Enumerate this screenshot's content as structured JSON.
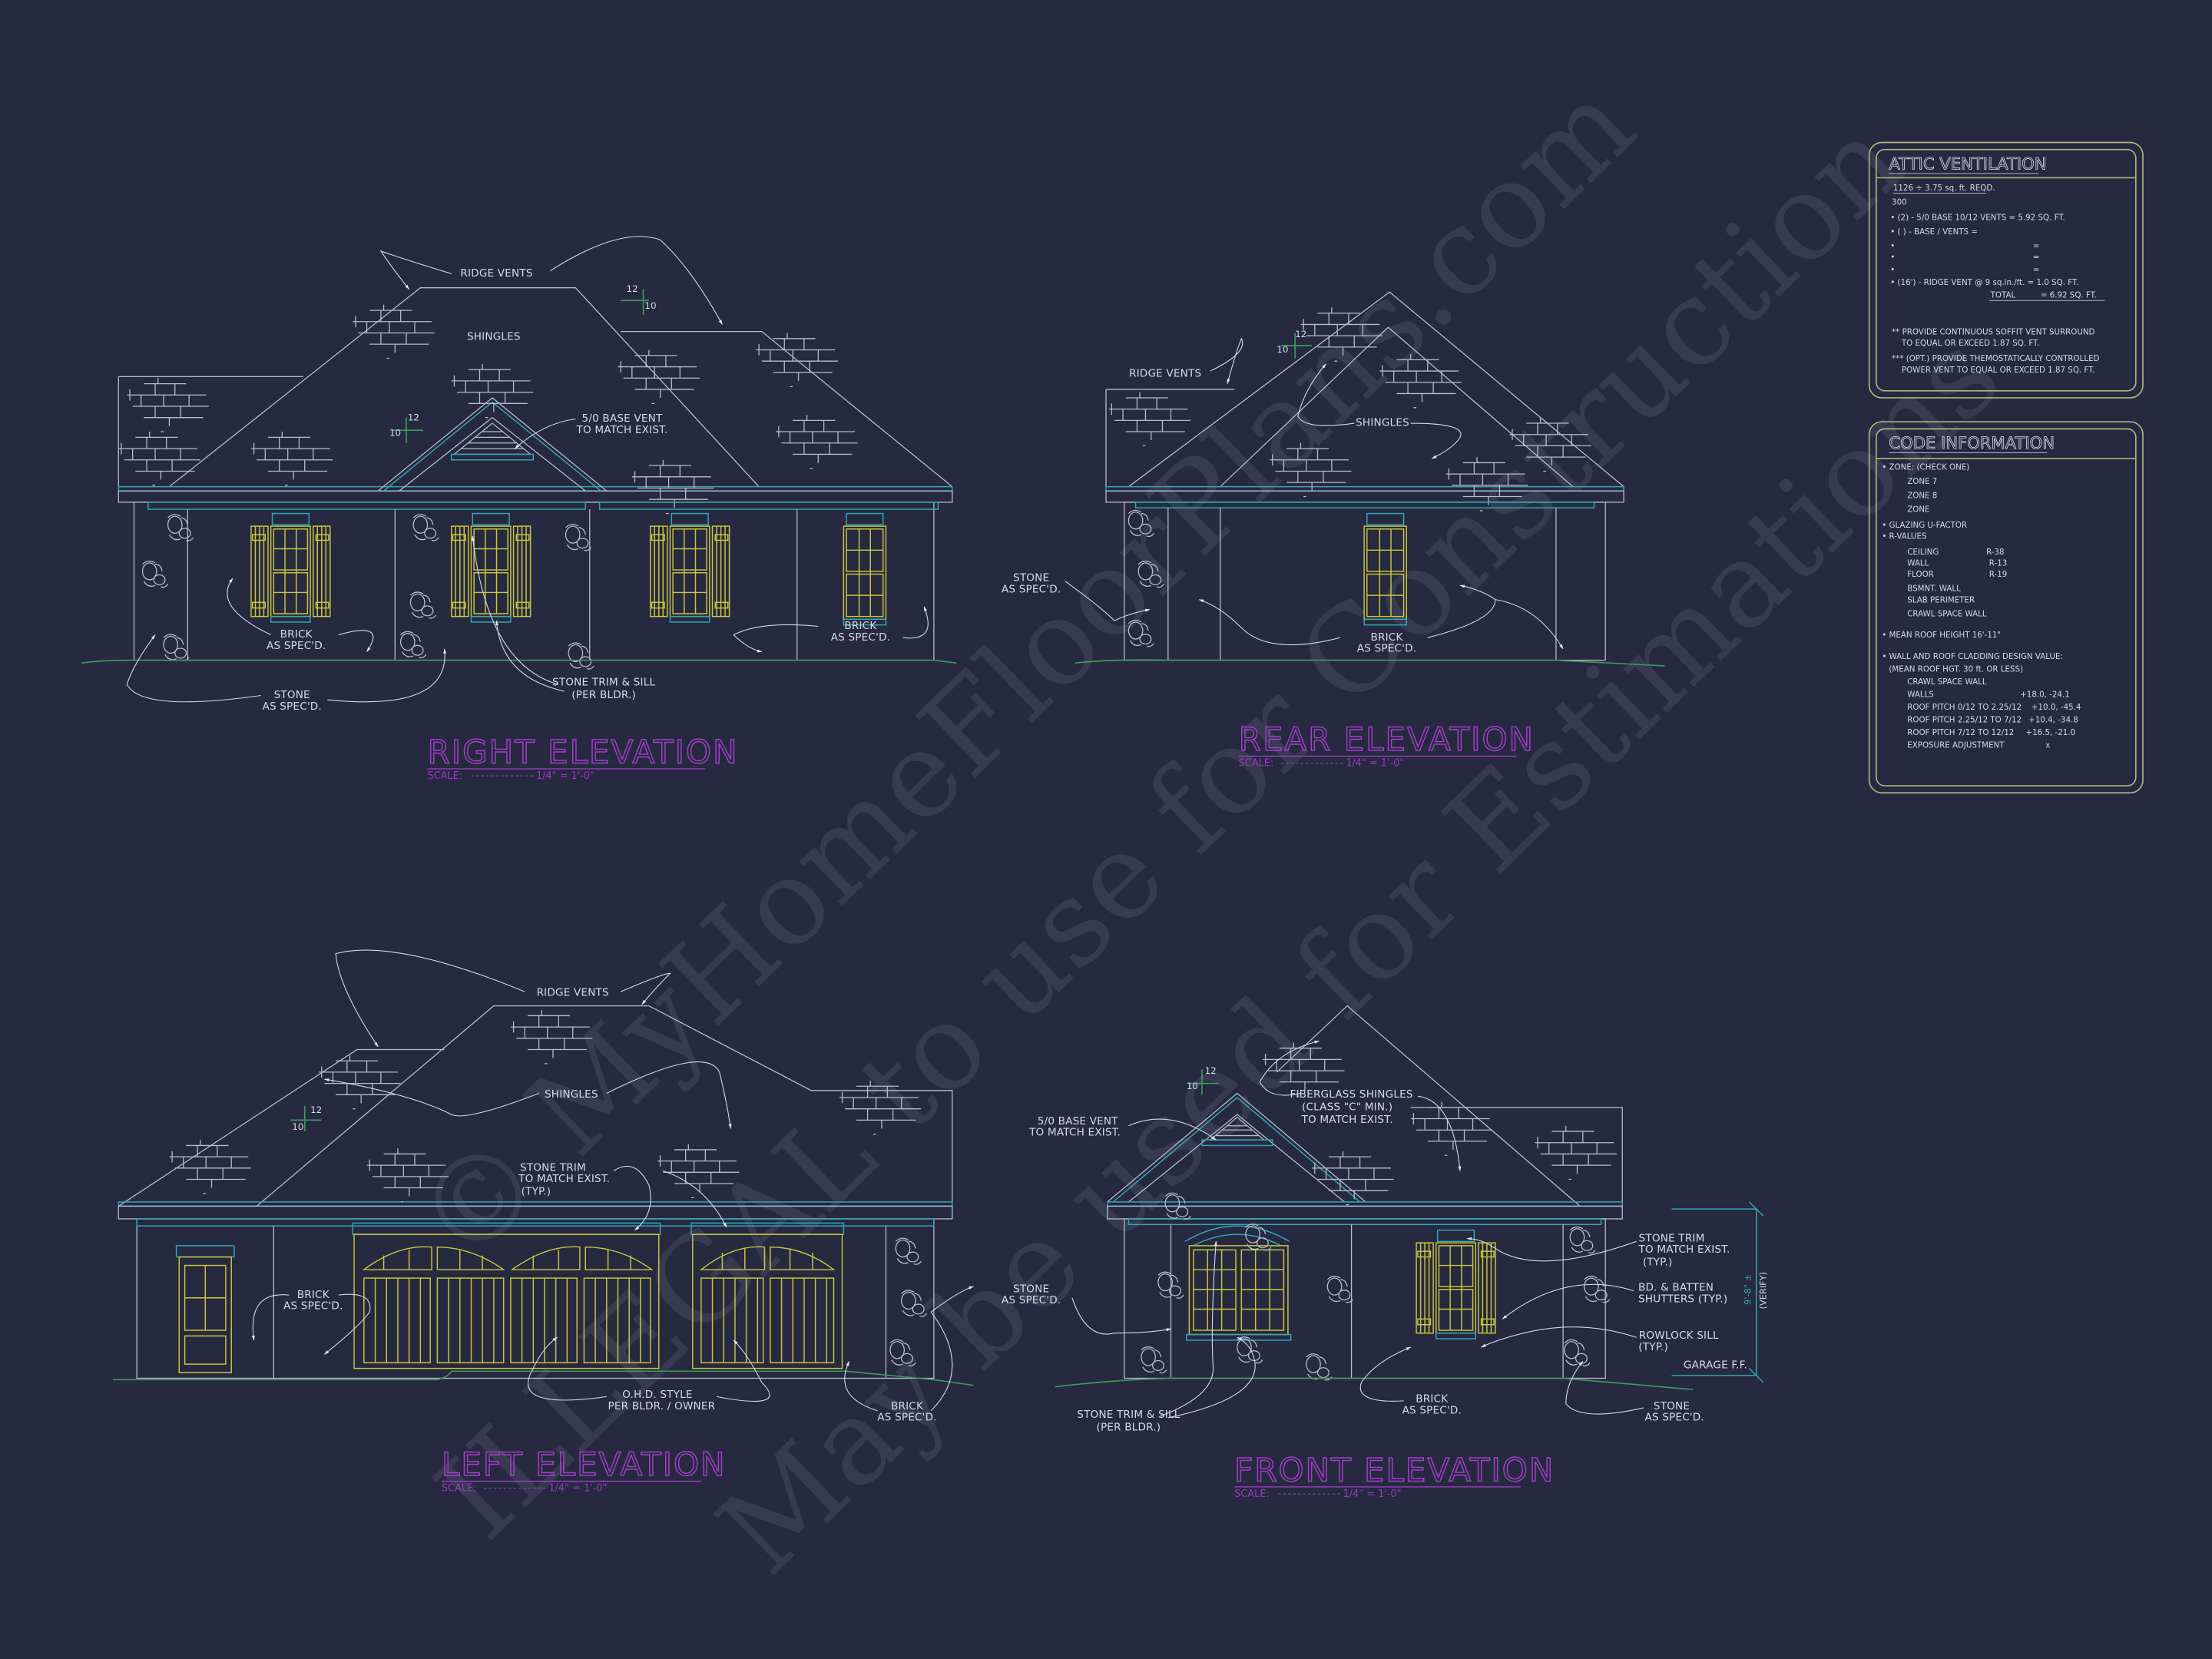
{
  "colors": {
    "background": "#262940",
    "linework": "#b9bccb",
    "trim_cyan": "#2fa9b4",
    "window_yellow": "#c9c63c",
    "ground_green": "#3a9a5c",
    "title_magenta": "#a43fc9"
  },
  "elevations": {
    "right": {
      "title": "RIGHT ELEVATION",
      "scale_label": "SCALE:",
      "scale_value": "1/4\" = 1'-0\"",
      "ridge_vents": "RIDGE VENTS",
      "shingles": "SHINGLES",
      "base_vent": [
        "5/0 BASE VENT",
        "TO MATCH EXIST."
      ],
      "brick_left": [
        "BRICK",
        "AS SPEC'D."
      ],
      "brick_right": [
        "BRICK",
        "AS SPEC'D."
      ],
      "stone": [
        "STONE",
        "AS SPEC'D."
      ],
      "stone_trim": [
        "STONE TRIM & SILL",
        "(PER BLDR.)"
      ],
      "pitch_main": {
        "run": "12",
        "rise": "10"
      },
      "pitch_dormer": {
        "run": "12",
        "rise": "10"
      }
    },
    "rear": {
      "title": "REAR ELEVATION",
      "scale_label": "SCALE:",
      "scale_value": "1/4\" = 1'-0\"",
      "ridge_vents": "RIDGE VENTS",
      "shingles": "SHINGLES",
      "stone": [
        "STONE",
        "AS SPEC'D."
      ],
      "brick": [
        "BRICK",
        "AS SPEC'D."
      ],
      "pitch": {
        "run": "12",
        "rise": "10"
      }
    },
    "left": {
      "title": "LEFT ELEVATION",
      "scale_label": "SCALE:",
      "scale_value": "1/4\" = 1'-0\"",
      "ridge_vents": "RIDGE VENTS",
      "shingles": "SHINGLES",
      "stone_trim": [
        "STONE TRIM",
        "TO MATCH EXIST.",
        "(TYP.)"
      ],
      "brick_left": [
        "BRICK",
        "AS SPEC'D."
      ],
      "brick_right": [
        "BRICK",
        "AS SPEC'D."
      ],
      "ohd": [
        "O.H.D. STYLE",
        "PER BLDR. / OWNER"
      ],
      "pitch": {
        "run": "12",
        "rise": "10"
      }
    },
    "front": {
      "title": "FRONT ELEVATION",
      "scale_label": "SCALE:",
      "scale_value": "1/4\" = 1'-0\"",
      "shingles": [
        "FIBERGLASS SHINGLES",
        "(CLASS \"C\" MIN.)",
        "TO MATCH EXIST."
      ],
      "base_vent": [
        "5/0 BASE VENT",
        "TO MATCH EXIST."
      ],
      "stone_left": [
        "STONE",
        "AS SPEC'D."
      ],
      "stone_trim": [
        "STONE TRIM",
        "TO MATCH EXIST.",
        "(TYP.)"
      ],
      "shutters": [
        "BD. & BATTEN",
        "SHUTTERS (TYP.)"
      ],
      "rowlock": [
        "ROWLOCK SILL",
        "(TYP.)"
      ],
      "garage_ff": "GARAGE F.F.",
      "brick": [
        "BRICK",
        "AS SPEC'D."
      ],
      "stone_right": [
        "STONE",
        "AS SPEC'D."
      ],
      "stone_sill": [
        "STONE TRIM & SILL",
        "(PER BLDR.)"
      ],
      "height_dim": "9'-8\" ±",
      "height_note": "(VERIFY)",
      "pitch": {
        "run": "12",
        "rise": "10"
      }
    }
  },
  "attic_ventilation": {
    "title": "ATTIC VENTILATION",
    "calc_numerator": "1126 ÷ 3.75 sq. ft. REQD.",
    "calc_denominator": "300",
    "rows": [
      "• (2) -    5/0   BASE   10/12    VENTS    = 5.92 SQ. FT.",
      "• (    ) -            BASE     /      VENTS    =",
      "•                                                       =",
      "•                                                       =",
      "•                                                       =",
      "• (16') - RIDGE VENT @ 9 sq.in./ft.     = 1.0 SQ. FT."
    ],
    "total": "TOTAL          = 6.92 SQ. FT.",
    "notes": [
      "** PROVIDE CONTINUOUS SOFFIT VENT SURROUND",
      "TO EQUAL OR EXCEED  1.87 SQ. FT.",
      "*** (OPT.) PROVIDE THEMOSTATICALLY CONTROLLED",
      "POWER VENT TO EQUAL OR EXCEED  1.87 SQ. FT."
    ]
  },
  "code_information": {
    "title": "CODE INFORMATION",
    "zone_header": "• ZONE: (CHECK ONE)",
    "zones": [
      "ZONE 7",
      "ZONE 8",
      "ZONE"
    ],
    "glazing": "• GLAZING U-FACTOR",
    "r_values_header": "• R-VALUES",
    "r_values": [
      {
        "name": "CEILING",
        "value": "R-38"
      },
      {
        "name": "WALL",
        "value": "R-13"
      },
      {
        "name": "FLOOR",
        "value": "R-19"
      },
      {
        "name": "BSMNT. WALL",
        "value": ""
      },
      {
        "name": "SLAB PERIMETER",
        "value": ""
      },
      {
        "name": "CRAWL SPACE WALL",
        "value": ""
      }
    ],
    "mean_roof_height": "• MEAN ROOF HEIGHT  16'-11\"",
    "cladding_header": "• WALL AND ROOF CLADDING DESIGN VALUE:",
    "cladding_sub": "(MEAN ROOF HGT. 30 ft. OR LESS)",
    "cladding": [
      {
        "name": "CRAWL SPACE WALL",
        "value": ""
      },
      {
        "name": "WALLS",
        "value": "+18.0, -24.1"
      },
      {
        "name": "ROOF PITCH 0/12 TO 2.25/12",
        "value": "+10.0, -45.4"
      },
      {
        "name": "ROOF PITCH 2.25/12 TO 7/12",
        "value": "+10.4, -34.8"
      },
      {
        "name": "ROOF PITCH 7/12 TO 12/12",
        "value": "+16.5, -21.0"
      },
      {
        "name": "EXPOSURE ADJUSTMENT",
        "value": "x"
      }
    ]
  },
  "watermark": [
    "© MyHomeFloorPlans.com",
    "ILLEGAL to use for Construction",
    "May be used for Estimations"
  ]
}
